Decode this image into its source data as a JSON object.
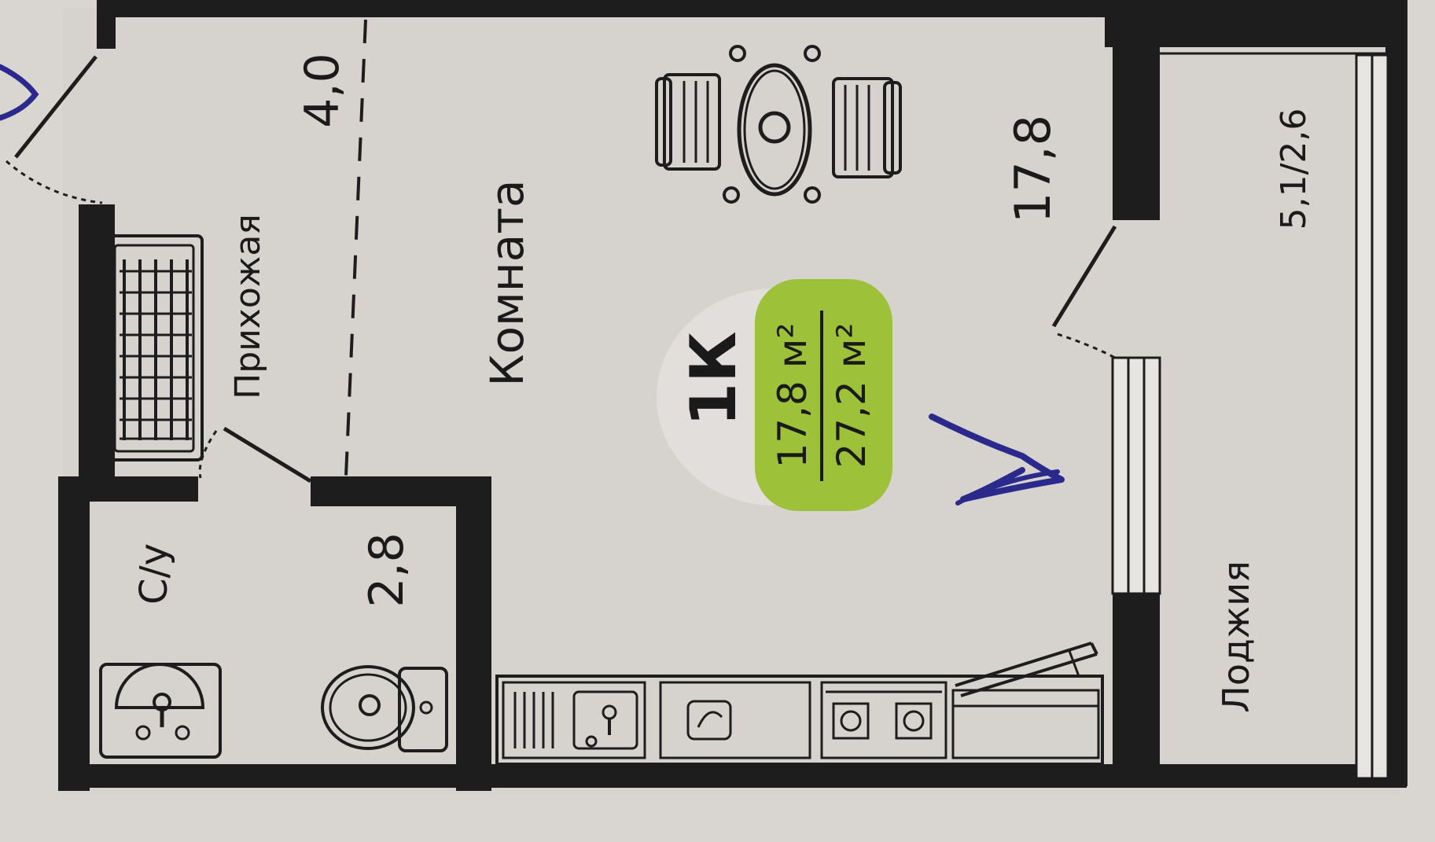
{
  "plan": {
    "rooms": {
      "hallway": {
        "name": "Прихожая",
        "area": "4,0"
      },
      "bathroom": {
        "name": "С/у",
        "area": "2,8"
      },
      "room": {
        "name": "Комната",
        "area": "17,8"
      },
      "loggia": {
        "name": "Лоджия",
        "area": "5,1/2,6"
      }
    },
    "badge": {
      "type": "1К",
      "living_area": "17,8 м²",
      "total_area": "27,2 м²",
      "color": "#9dc23a"
    },
    "colors": {
      "wall": "#1d1d1d",
      "floor": "#d6d3cf",
      "ink": "#2b2a8c"
    }
  }
}
